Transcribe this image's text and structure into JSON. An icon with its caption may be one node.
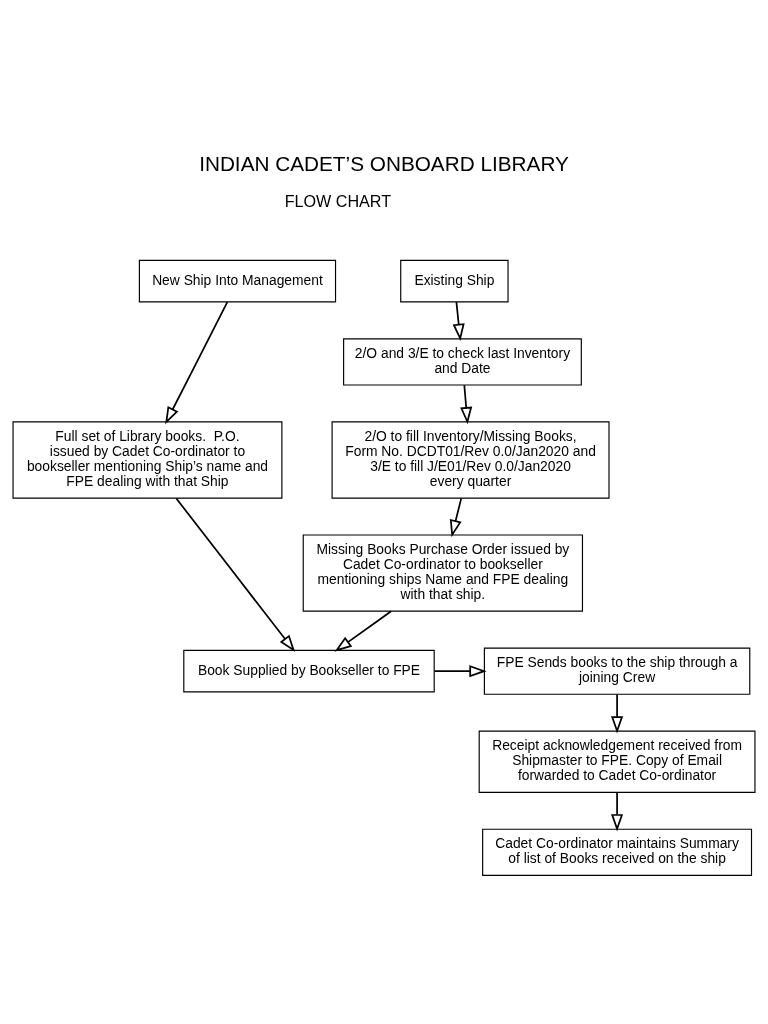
{
  "diagram": {
    "title": "INDIAN CADET’S ONBOARD LIBRARY",
    "nodes": [
      {
        "text": [
          "New Ship Into Management"
        ]
      },
      {
        "text": [
          "Existing Ship"
        ]
      },
      {
        "text": [
          "Full set of Library books.  P.O. issued by Cadet Co-ordinator to bookseller mentioning Ship’s name and FPE dealing with that Ship"
        ]
      },
      {
        "text": [
          "2/O and 3/E to check last Inventory and Date"
        ]
      },
      {
        "text": [
          "2/O to fill Inventory/Missing Books, Form No. DCDT01/Rev 0.0/Jan2020 and 3/E to fill J/E01/Rev 0.0/Jan2020 every quarter"
        ]
      },
      {
        "text": [
          "Missing Books Purchase Order issued by Cadet Co-ordinator to bookseller mentioning ships Name and FPE dealing with that ship."
        ]
      },
      {
        "text": [
          "Book Supplied by Bookseller to FPE"
        ]
      },
      {
        "text": [
          "FPE Sends books to the ship through a joining Crew"
        ]
      },
      {
        "text": [
          "Receipt acknowledgement received from Shipmaster to FPE. Copy of Email forwarded to Cadet Co-ordinator"
        ]
      },
      {
        "text": [
          "Cadet Co-ordinator maintains Summary of list of Books received on the ship"
        ]
      }
    ],
    "edges": [
      {
        "from": 0,
        "to": 2,
        "arrow": "to"
      },
      {
        "from": 1,
        "to": 3,
        "arrow": "to"
      },
      {
        "from": 3,
        "to": 4,
        "arrow": "to"
      },
      {
        "from": 4,
        "to": 5,
        "arrow": "to"
      },
      {
        "from": 2,
        "to": 6,
        "arrow": "to"
      },
      {
        "from": 5,
        "to": 6,
        "arrow": "to"
      },
      {
        "from": 6,
        "to": 7,
        "arrow": "to"
      },
      {
        "from": 7,
        "to": 8,
        "arrow": "to"
      },
      {
        "from": 8,
        "to": 9,
        "arrow": "to"
      }
    ],
    "labels": [
      "FLOW CHART"
    ]
  }
}
